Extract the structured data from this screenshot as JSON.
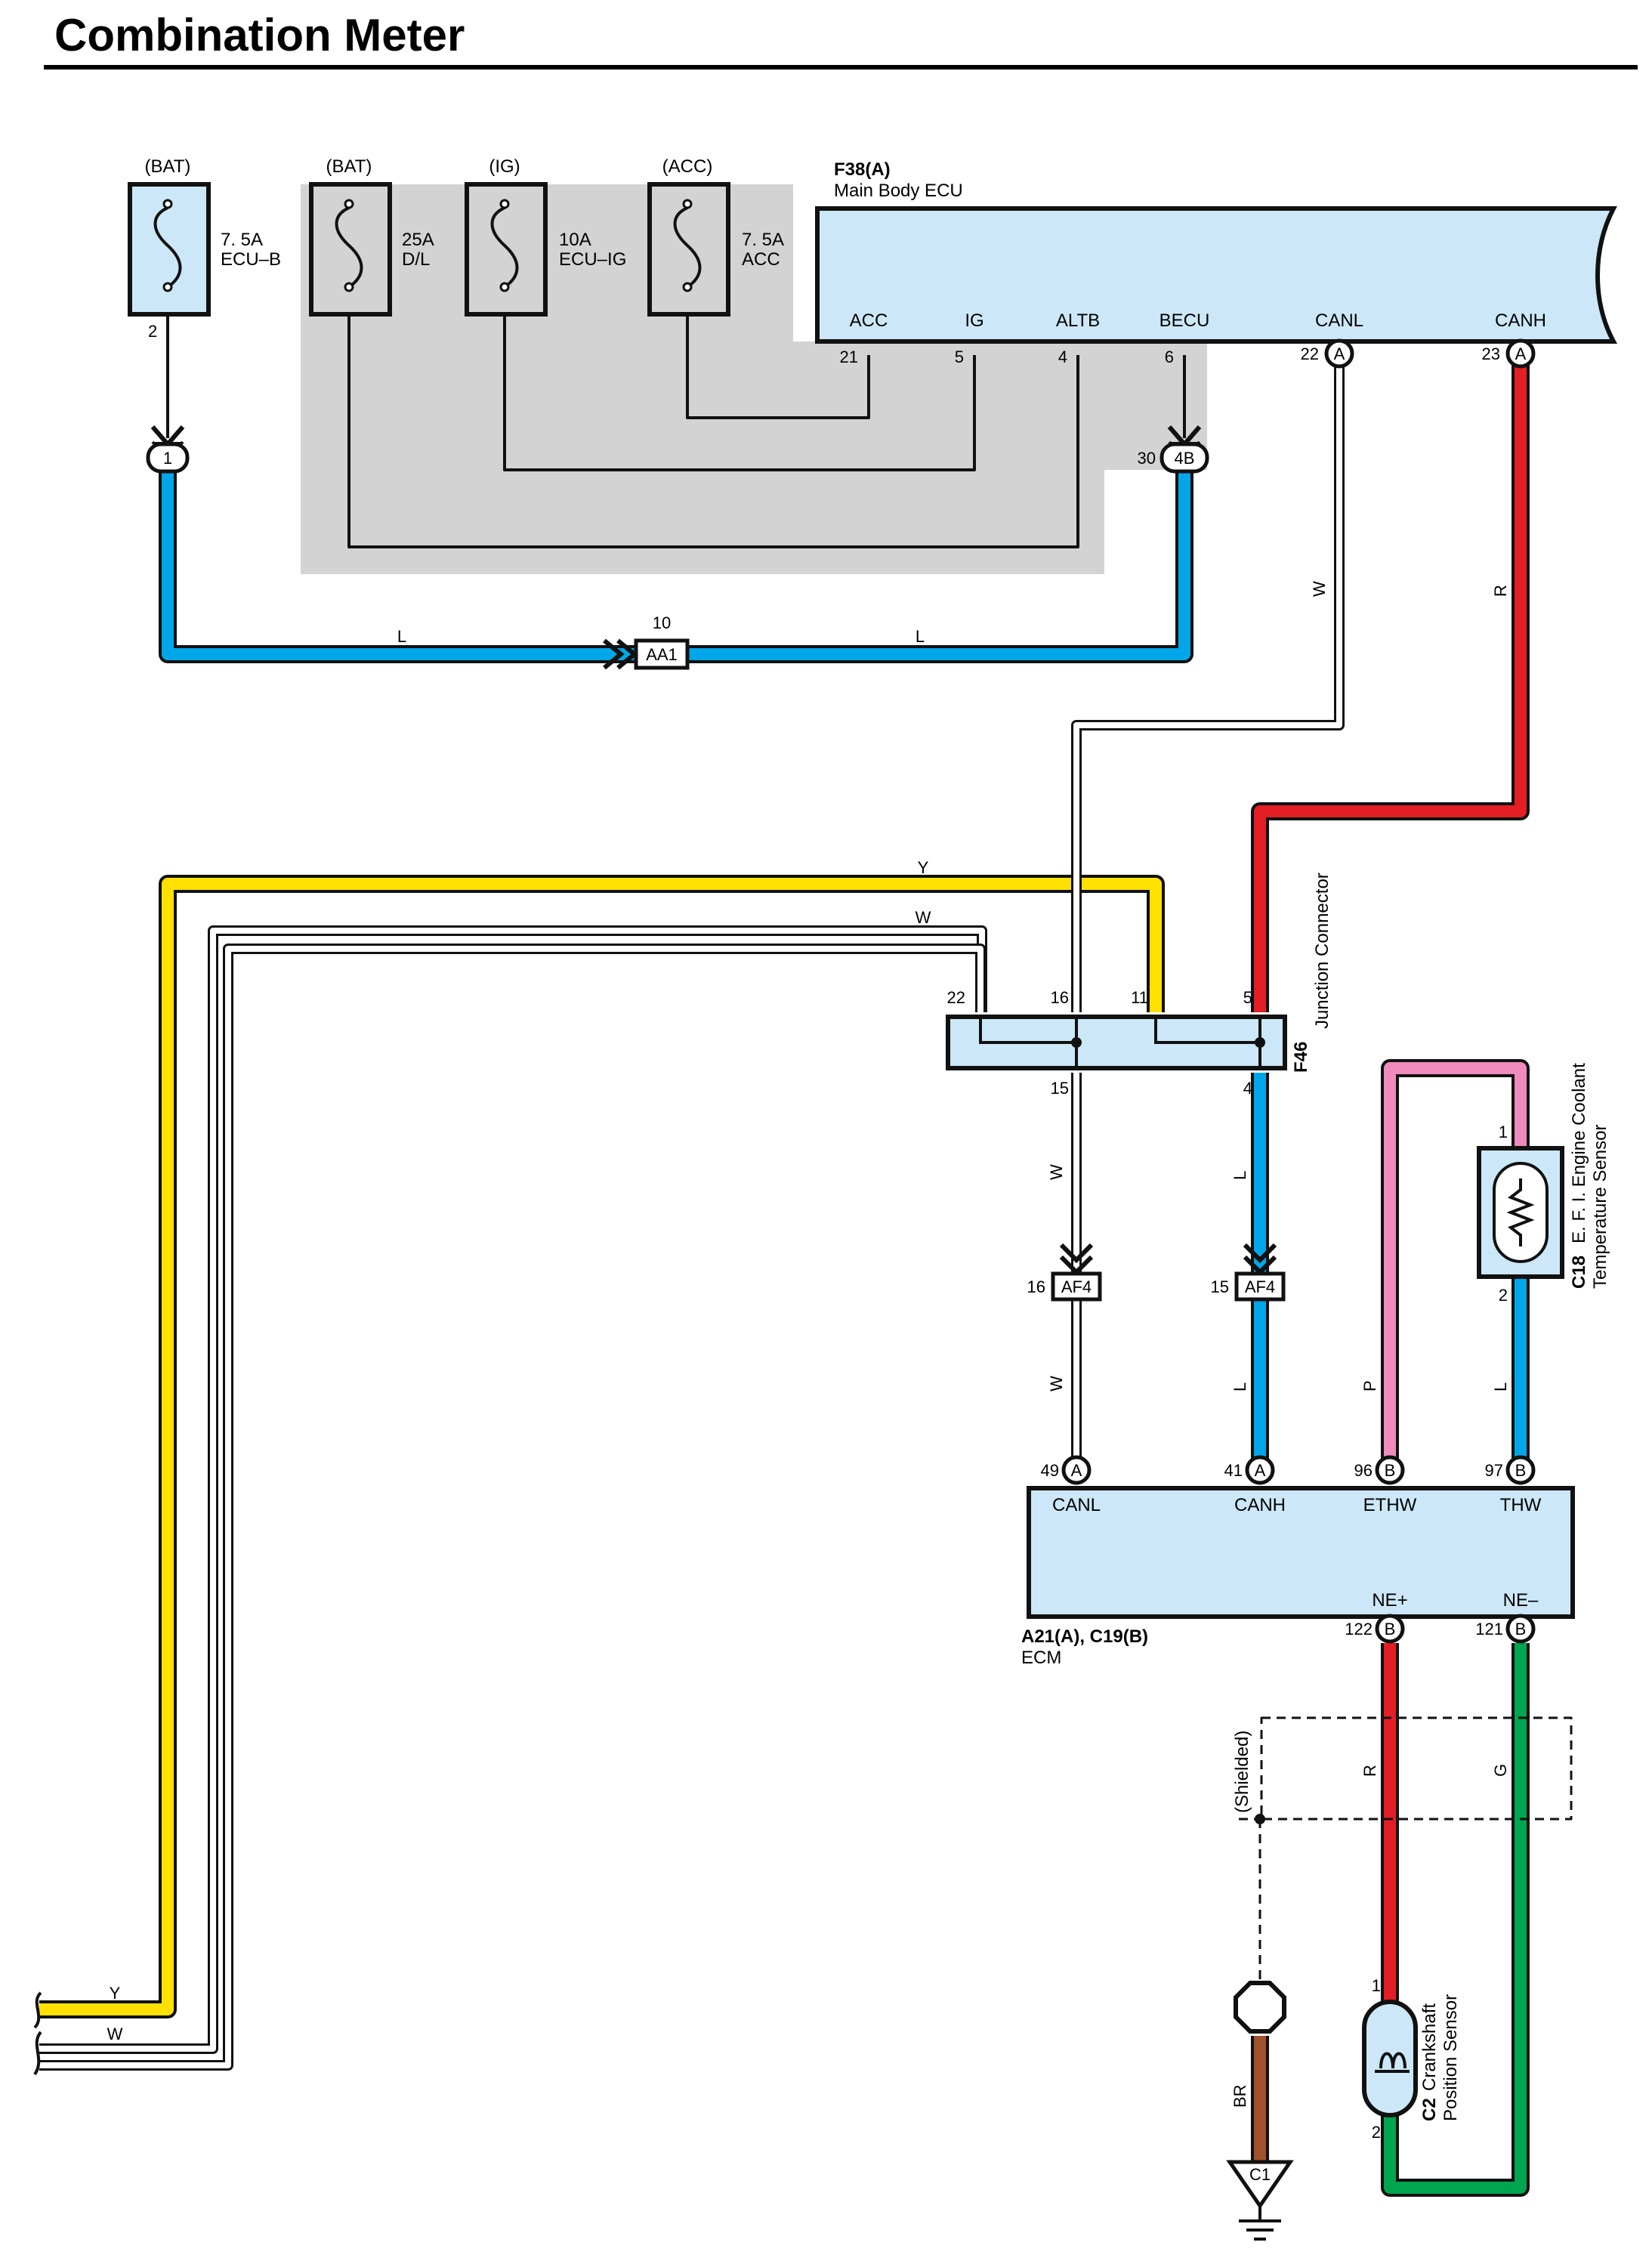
{
  "title": "Combination Meter",
  "colors": {
    "blue": "#00a6e8",
    "red": "#e31e24",
    "yellow": "#ffe100",
    "pink": "#ef8bbd",
    "green": "#00a54f",
    "brown": "#a0522d",
    "white": "#ffffff",
    "ecu_fill": "#cce8f8",
    "shade": "#d3d3d3",
    "black": "#111111"
  },
  "fuses": [
    {
      "source": "(BAT)",
      "rating": "7. 5A",
      "name": "ECU–B",
      "pin": "2"
    },
    {
      "source": "(BAT)",
      "rating": "25A",
      "name": "D/L"
    },
    {
      "source": "(IG)",
      "rating": "10A",
      "name": "ECU–IG"
    },
    {
      "source": "(ACC)",
      "rating": "7. 5A",
      "name": "ACC"
    }
  ],
  "main_body_ecu": {
    "code": "F38(A)",
    "name": "Main Body ECU",
    "terminals": [
      {
        "label": "ACC",
        "pin": "21"
      },
      {
        "label": "IG",
        "pin": "5"
      },
      {
        "label": "ALTB",
        "pin": "4"
      },
      {
        "label": "BECU",
        "pin": "6"
      },
      {
        "label": "CANL",
        "pin": "22",
        "conn": "A"
      },
      {
        "label": "CANH",
        "pin": "23",
        "conn": "A"
      }
    ]
  },
  "connectors": {
    "c1": "1",
    "c4b_pin": "30",
    "c4b": "4B",
    "aa1_pin": "10",
    "aa1": "AA1",
    "af4_left_pin": "16",
    "af4_right_pin": "15",
    "af4": "AF4"
  },
  "wire_labels": {
    "l": "L",
    "w": "W",
    "r": "R",
    "y": "Y",
    "p": "P",
    "g": "G",
    "br": "BR"
  },
  "junction": {
    "code": "F46",
    "name": "Junction Connector",
    "top_pins": [
      "22",
      "16",
      "11",
      "5"
    ],
    "bottom_pins": [
      "15",
      "4"
    ]
  },
  "coolant_sensor": {
    "code": "C18",
    "line1": "E. F. I. Engine Coolant",
    "line2": "Temperature Sensor",
    "pin_top": "1",
    "pin_bottom": "2"
  },
  "ecm": {
    "code": "A21(A), C19(B)",
    "name": "ECM",
    "top_terminals": [
      {
        "label": "CANL",
        "pin": "49",
        "conn": "A"
      },
      {
        "label": "CANH",
        "pin": "41",
        "conn": "A"
      },
      {
        "label": "ETHW",
        "pin": "96",
        "conn": "B"
      },
      {
        "label": "THW",
        "pin": "97",
        "conn": "B"
      }
    ],
    "bottom_terminals": [
      {
        "label": "NE+",
        "pin": "122",
        "conn": "B"
      },
      {
        "label": "NE–",
        "pin": "121",
        "conn": "B"
      }
    ]
  },
  "shielded": "(Shielded)",
  "crank_sensor": {
    "code": "C2",
    "line1": "Crankshaft",
    "line2": "Position Sensor",
    "pin_top": "1",
    "pin_bottom": "2"
  },
  "ground": "C1"
}
